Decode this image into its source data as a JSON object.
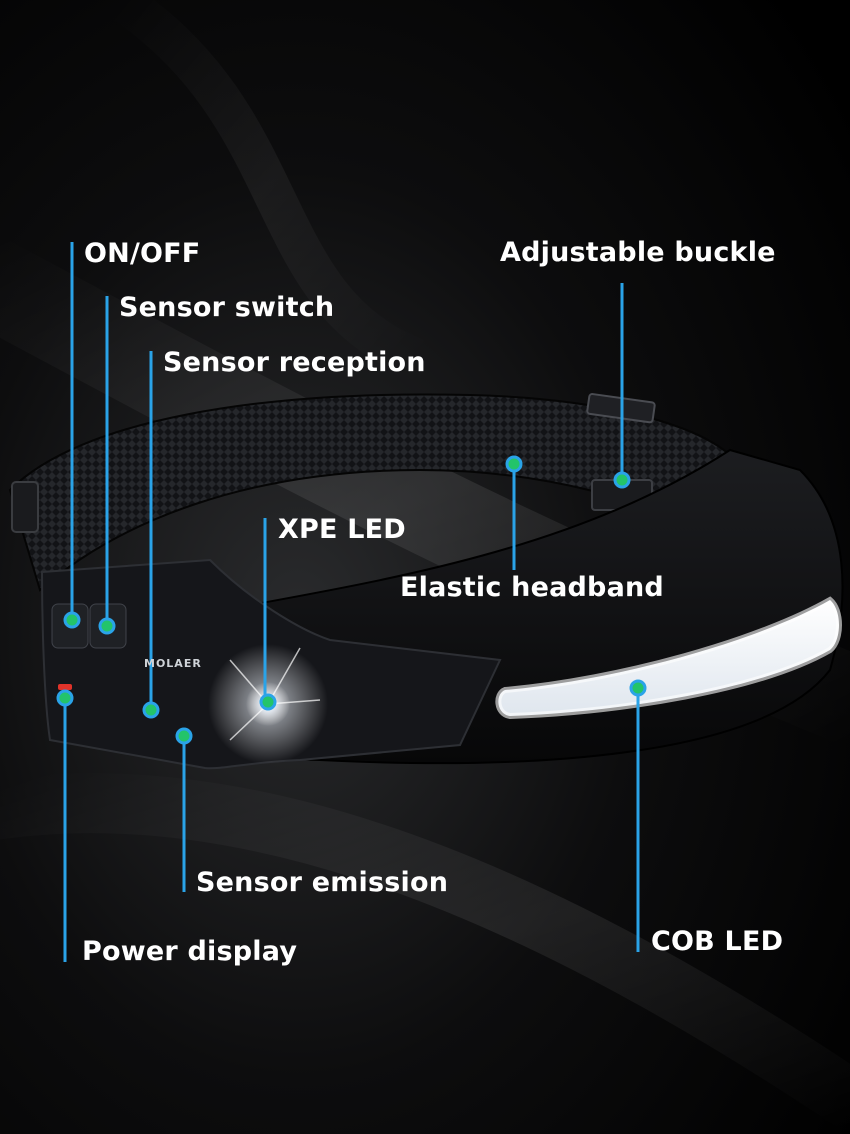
{
  "product": {
    "brand_text": "MOLAER",
    "accent_color": "#2aa3e8",
    "dot_color": "#23c46a"
  },
  "callouts": {
    "on_off": "ON/OFF",
    "sensor_switch": "Sensor switch",
    "sensor_reception": "Sensor reception",
    "adjustable_buckle": "Adjustable buckle",
    "xpe_led": "XPE LED",
    "elastic_headband": "Elastic headband",
    "sensor_emission": "Sensor emission",
    "power_display": "Power display",
    "cob_led": "COB LED"
  }
}
